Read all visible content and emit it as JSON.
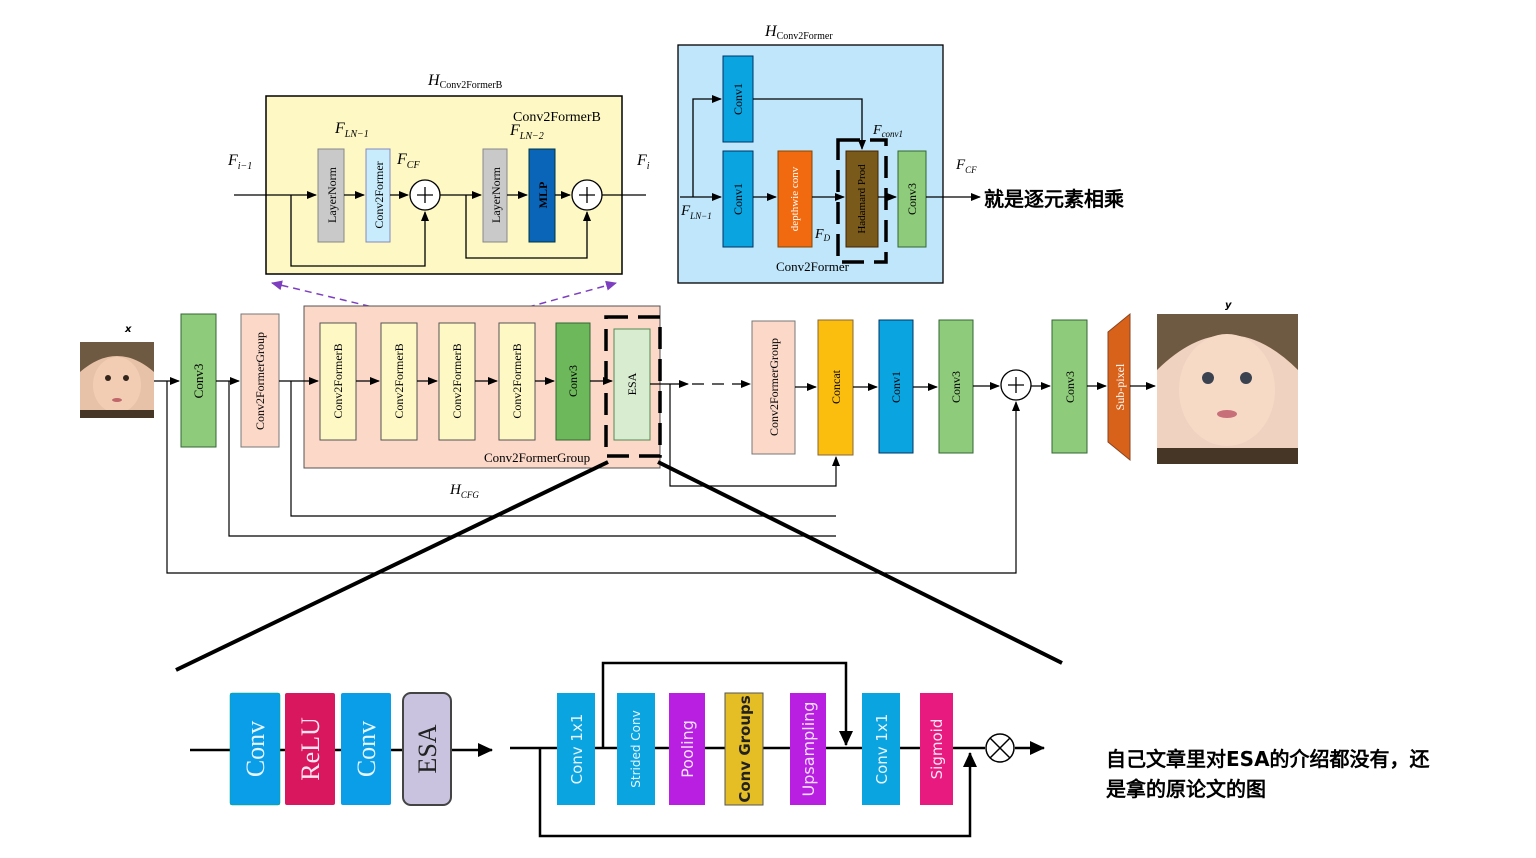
{
  "annotations": {
    "hadamard_note": "就是逐元素相乘",
    "esa_note_line1": "自己文章里对ESA的介绍都没有，还",
    "esa_note_line2": "是拿的原论文的图"
  },
  "conv2formerB_detail": {
    "title_main": "H",
    "title_sub": "Conv2FormerB",
    "inner_title": "Conv2FormerB",
    "input_main": "F",
    "input_sub": "i−1",
    "output_main": "F",
    "output_sub": "i",
    "fln1_main": "F",
    "fln1_sub": "LN−1",
    "fcf_main": "F",
    "fcf_sub": "CF",
    "fln2_main": "F",
    "fln2_sub": "LN−2",
    "blocks": [
      "LayerNorm",
      "Conv2Former",
      "LayerNorm",
      "MLP"
    ]
  },
  "conv2former_detail": {
    "title_main": "H",
    "title_sub": "Conv2Former",
    "inner_title": "Conv2Former",
    "input_main": "F",
    "input_sub": "LN−1",
    "output_main": "F",
    "output_sub": "CF",
    "fconv_main": "F",
    "fconv_sub": "conv1",
    "fd_main": "F",
    "fd_sub": "D",
    "blocks": [
      "Conv1",
      "Conv1",
      "depthwie conv",
      "Hadamard Prod",
      "Conv3"
    ]
  },
  "main_pipeline": {
    "input_label": "x",
    "output_label": "y",
    "blocks": [
      "Conv3",
      "Conv2FormerGroup",
      "Conv2FormerB",
      "Conv2FormerB",
      "Conv2FormerB",
      "Conv2FormerB",
      "Conv3",
      "ESA",
      "Conv2FormerGroup",
      "Concat",
      "Conv1",
      "Conv3",
      "Conv3",
      "Sub-pixel"
    ],
    "group_label": "Conv2FormerGroup",
    "hcfg_main": "H",
    "hcfg_sub": "CFG"
  },
  "esa_detail": {
    "left_blocks": [
      "Conv",
      "ReLU",
      "Conv",
      "ESA"
    ],
    "right_blocks": [
      "Conv 1x1",
      "Strided Conv",
      "Pooling",
      "Conv Groups",
      "Upsampling",
      "Conv 1x1",
      "Sigmoid"
    ]
  },
  "colors": {
    "yellow_panel": "#fdf8c4",
    "blue_panel": "#bfe6fa",
    "salmon_panel": "#fbd8c8",
    "conv_green": "#8ecb7a",
    "conv_blue": "#0aa4e0",
    "concat_orange": "#fbbd0e",
    "subpixel": "#d8621a",
    "relu": "#d9175f",
    "esa_purple": "#c9c3df",
    "pooling": "#b81fe0",
    "upsampling": "#b81fe0",
    "conv_groups": "#e5bd24",
    "sigmoid": "#e8197f"
  }
}
